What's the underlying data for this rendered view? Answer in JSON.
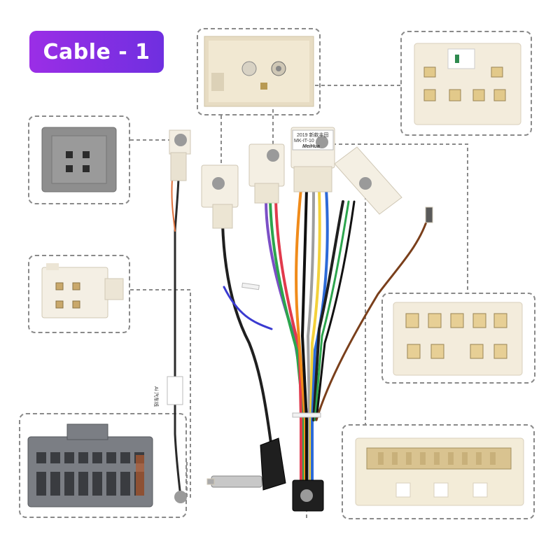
{
  "badge": {
    "label": "Cable - 1",
    "color_start": "#9b2ee6",
    "color_end": "#6f2fe0"
  },
  "harness_tag": {
    "line1": "2019 新款丰田",
    "line2": "MK-IT-10",
    "brand": "MeiHua"
  },
  "cable_label": "Ai 汽车线"
}
